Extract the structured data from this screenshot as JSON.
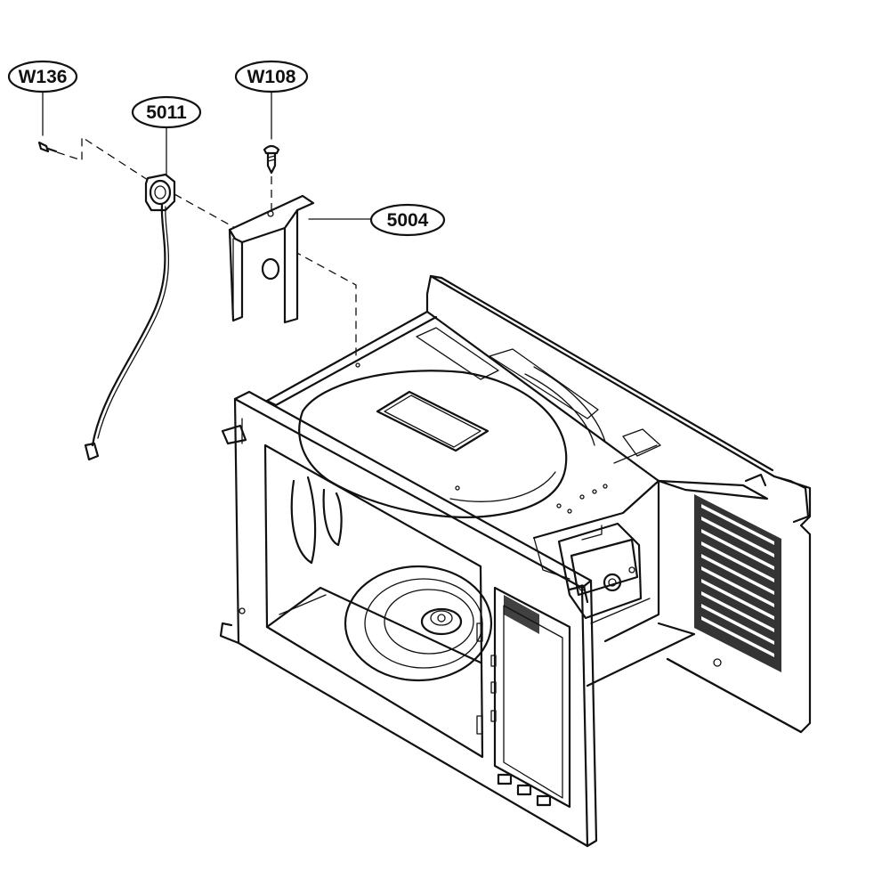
{
  "callouts": [
    {
      "id": "W136",
      "label": "W136"
    },
    {
      "id": "5011",
      "label": "5011"
    },
    {
      "id": "W108",
      "label": "W108"
    },
    {
      "id": "5004",
      "label": "5004"
    }
  ]
}
